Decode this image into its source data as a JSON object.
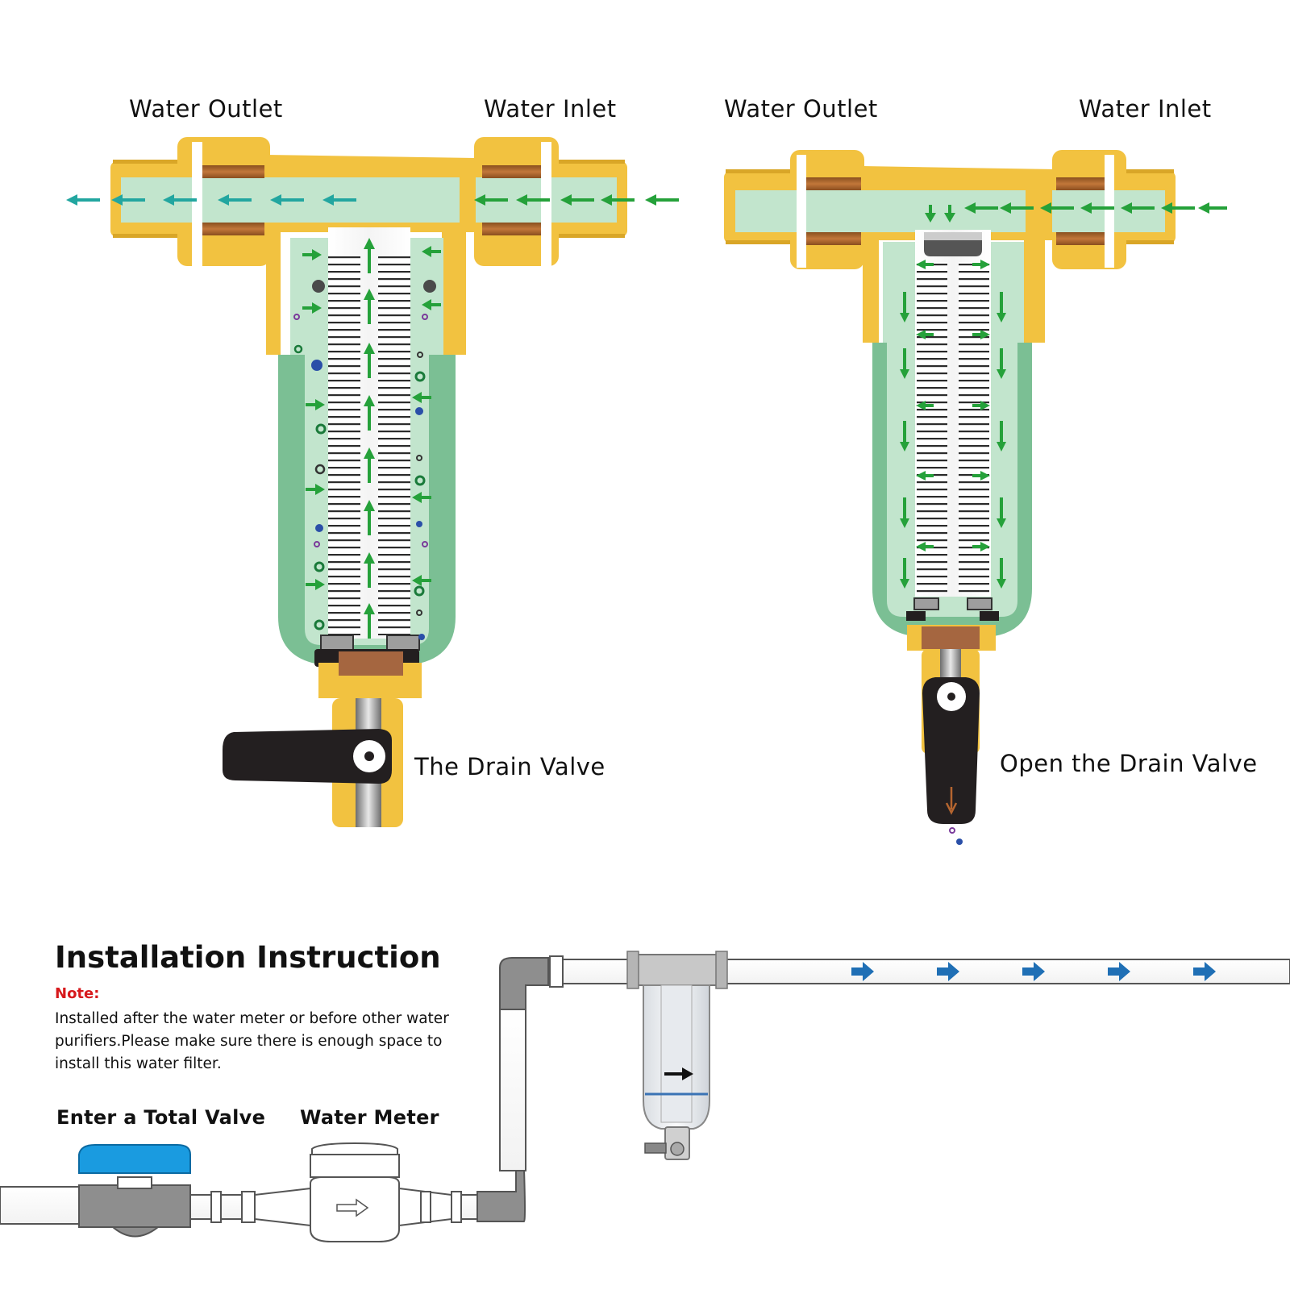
{
  "labels": {
    "left_outlet": "Water Outlet",
    "left_inlet": "Water Inlet",
    "right_outlet": "Water Outlet",
    "right_inlet": "Water Inlet",
    "drain_valve": "The Drain Valve",
    "open_drain_valve": "Open the Drain Valve"
  },
  "installation": {
    "title": "Installation Instruction",
    "note_label": "Note:",
    "note_text": "Installed after the water meter or before other water purifiers.Please make sure there is enough space to install this water filter.",
    "total_valve_label": "Enter a Total Valve",
    "water_meter_label": "Water Meter"
  },
  "colors": {
    "brass": "#f2c240",
    "brass_dark": "#e0a92a",
    "bowl_green": "#7bbf94",
    "water_light": "#c2e5cd",
    "flow_arrow_green": "#25a13a",
    "flow_arrow_teal": "#22a6a0",
    "valve_handle": "#231f20",
    "pipe_blue_arrow": "#1f6fb5",
    "valve_blue": "#1a9be0",
    "note_red": "#d7191c"
  }
}
